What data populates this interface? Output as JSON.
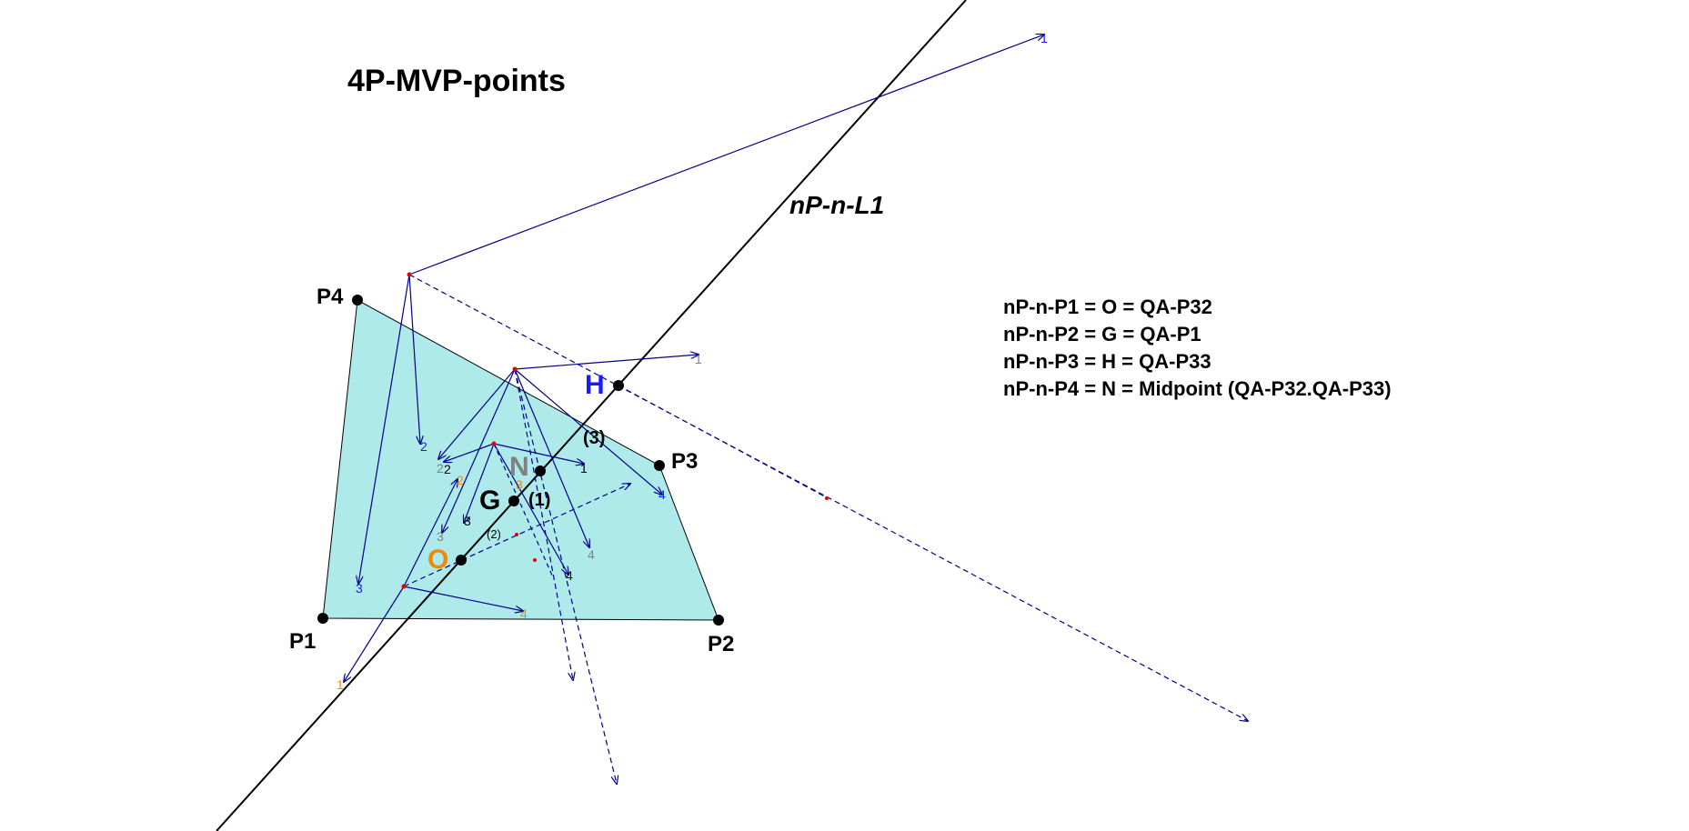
{
  "title": "4P-MVP-points",
  "line_label": "nP-n-L1",
  "legend": [
    "nP-n-P1 = O = QA-P32",
    "nP-n-P2 = G = QA-P1",
    "nP-n-P3 = H = QA-P33",
    "nP-n-P4 = N = Midpoint (QA-P32.QA-P33)"
  ],
  "vertices": {
    "p1": "P1",
    "p2": "P2",
    "p3": "P3",
    "p4": "P4"
  },
  "points": {
    "o": "O",
    "g": "G",
    "h": "H",
    "n": "N"
  },
  "markers": {
    "m1": "(1)",
    "m2": "(2)",
    "m3": "(3)"
  },
  "arrow_numbers": {
    "one": "1",
    "two": "2",
    "three": "3",
    "four": "4"
  },
  "colors": {
    "quad_fill": "#aeeaea",
    "arrow_blue": "#00008b",
    "orange": "#f08a00",
    "grey": "#808080",
    "blue_label": "#1a1aff",
    "red_point": "#e00000"
  }
}
